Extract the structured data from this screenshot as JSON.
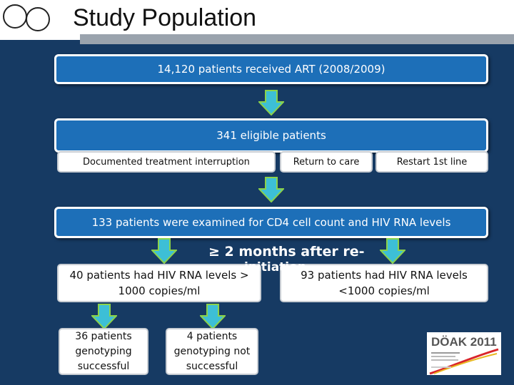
{
  "header": {
    "title": "Study Population"
  },
  "boxes": {
    "received": "14,120 patients received ART (2008/2009)",
    "eligible": "341 eligible patients",
    "interruption": "Documented treatment interruption",
    "return": "Return to care",
    "restart": "Restart 1st line",
    "examined": "133 patients were examined for CD4 cell count and HIV RNA levels",
    "after_line1": "≥ 2 months after re-",
    "after_line2": "initiation",
    "left_high": "40 patients had HIV RNA levels > 1000 copies/ml",
    "right_low": "93 patients had HIV RNA levels <1000 copies/ml",
    "geno_ok": "36 patients genotyping successful",
    "geno_fail": "4 patients genotyping not successful"
  },
  "logo": {
    "text": "DÖAK 2011"
  },
  "colors": {
    "background": "#163a63",
    "box_blue": "#1d6fb8",
    "arrow_fill": "#3dbfd6",
    "arrow_stroke": "#8bd24a"
  }
}
